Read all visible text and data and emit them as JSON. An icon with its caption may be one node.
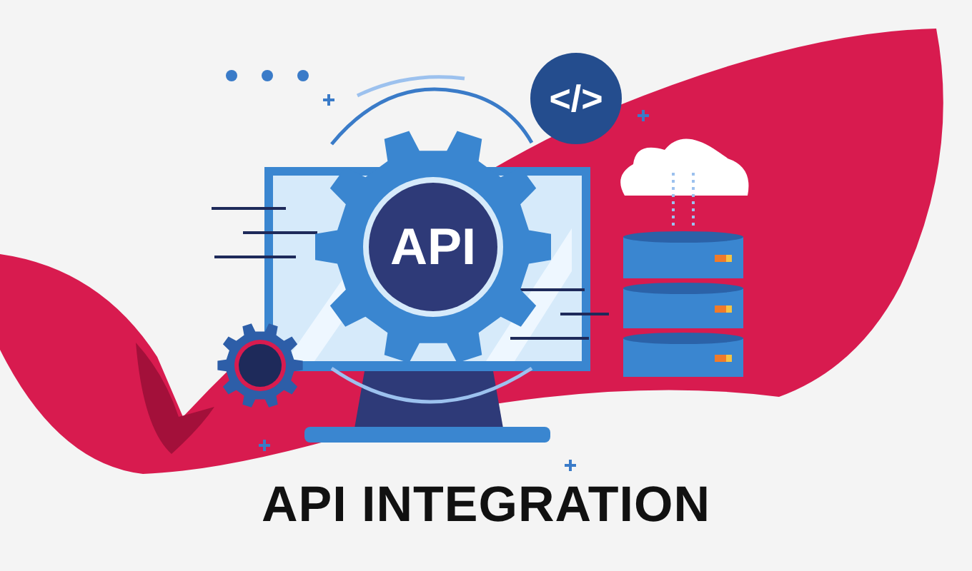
{
  "diagram": {
    "title": "API INTEGRATION",
    "nodes": [
      {
        "text": [
          "API"
        ]
      },
      {
        "text": [
          "</>"
        ]
      },
      {
        "text": [],
        "shape": "cloud"
      },
      {
        "text": [],
        "shape": "cylinder"
      }
    ],
    "edges": [
      {
        "from": 2,
        "to": 3,
        "arrow": "none",
        "style": "dashed"
      },
      {
        "from": 2,
        "to": 3,
        "arrow": "none",
        "style": "dashed"
      }
    ]
  }
}
